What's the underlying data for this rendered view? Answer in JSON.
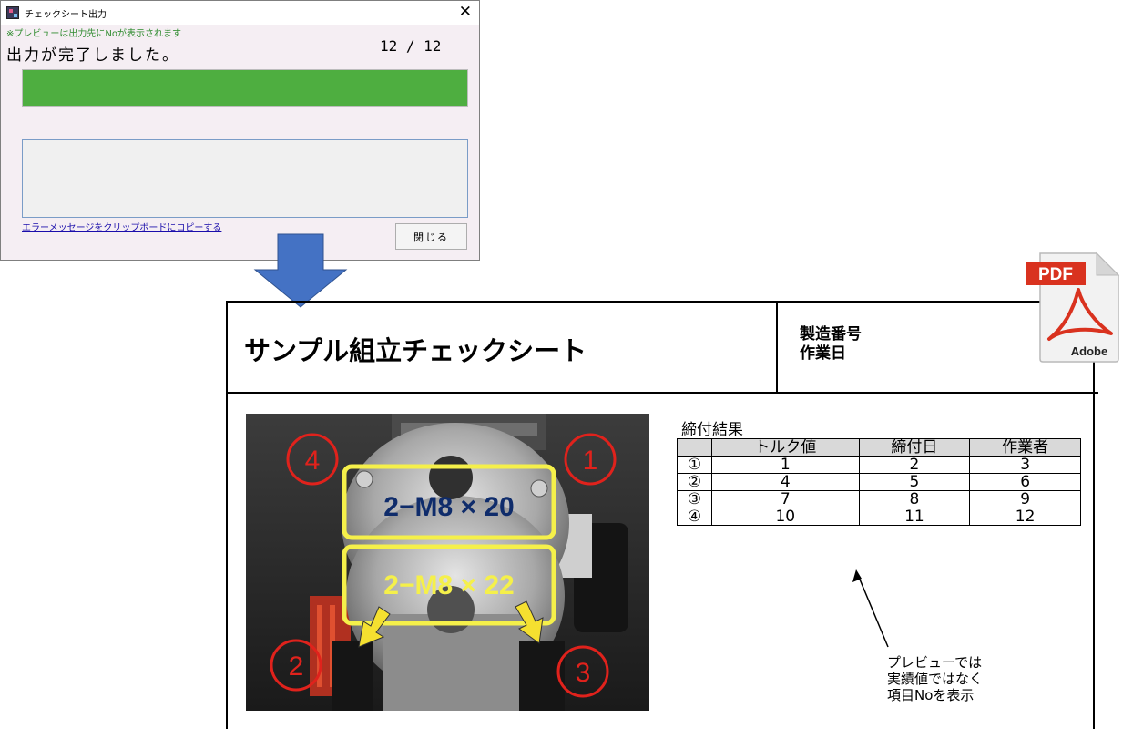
{
  "dialog": {
    "title": "チェックシート出力",
    "close_glyph": "✕",
    "note": "※プレビューは出力先にNoが表示されます",
    "status": "出力が完了しました。",
    "counter": "12 / 12",
    "progress": {
      "current": 12,
      "total": 12,
      "color": "#4eae40"
    },
    "log_value": "",
    "copy_link": "エラーメッセージをクリップボードにコピーする",
    "close_button": "閉じる"
  },
  "sheet": {
    "title": "サンプル組立チェックシート",
    "meta_serial": "製造番号",
    "meta_date": "作業日",
    "photo": {
      "bolt_spec_top": "2−M8 × 20",
      "bolt_spec_bottom": "2−M8 × 22",
      "markers": [
        "4",
        "1",
        "2",
        "3"
      ]
    },
    "results_title": "締付結果",
    "results_table": {
      "headers": [
        "",
        "トルク値",
        "締付日",
        "作業者"
      ],
      "rows": [
        [
          "①",
          "1",
          "2",
          "3"
        ],
        [
          "②",
          "4",
          "5",
          "6"
        ],
        [
          "③",
          "7",
          "8",
          "9"
        ],
        [
          "④",
          "10",
          "11",
          "12"
        ]
      ]
    },
    "annotation": [
      "プレビューでは",
      "実績値ではなく",
      "項目Noを表示"
    ]
  },
  "pdf_icon": {
    "label": "PDF",
    "brand": "Adobe",
    "color": "#d9321f"
  },
  "colors": {
    "arrow": "#4472c4",
    "marker": "#e0221c",
    "highlight": "#f5f04a",
    "spec_text": "#0f2c6b"
  }
}
